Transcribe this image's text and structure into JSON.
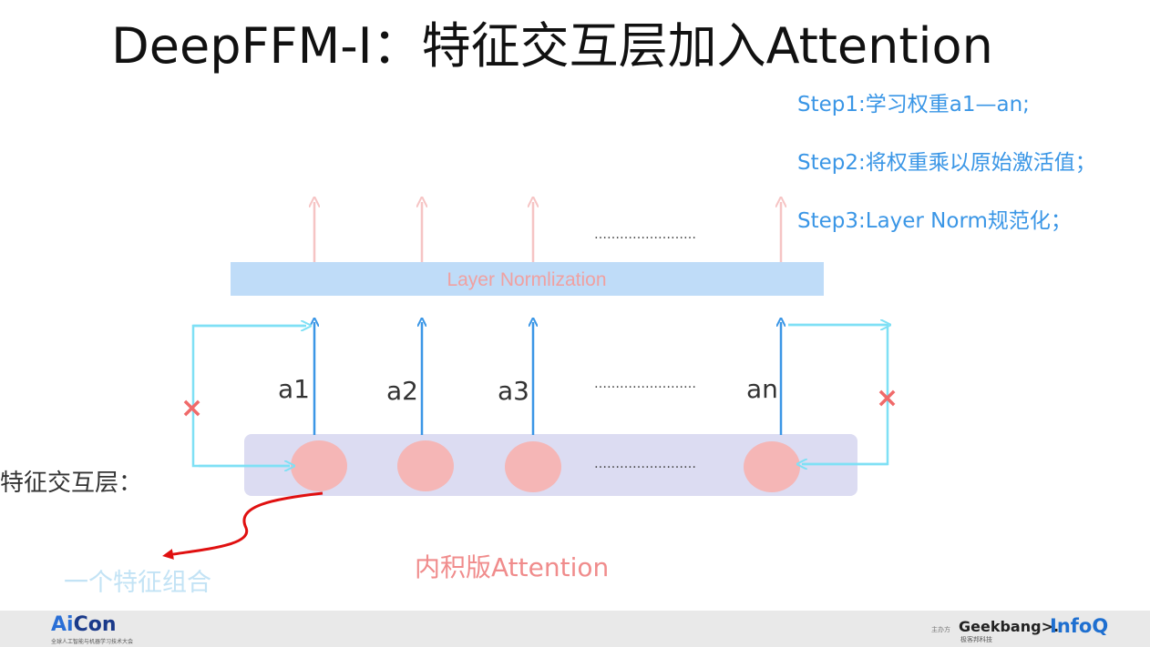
{
  "title": "DeepFFM-I：特征交互层加入Attention",
  "steps": [
    "Step1:学习权重a1—an;",
    "Step2:将权重乘以原始激活值；",
    "Step3:Layer Norm规范化；"
  ],
  "layer_norm_label": "Layer Normlization",
  "weights": [
    "a1",
    "a2",
    "a3",
    "an"
  ],
  "ellipsis": "……………………",
  "feature_layer_label": "特征交互层：",
  "inner_product_label": "内积版Attention",
  "feature_combo_label": "一个特征组合",
  "residual_mark": "×",
  "footer": {
    "aicon_ai": "Ai",
    "aicon_con": "Con",
    "aicon_sub": "全球人工智能与机器学习技术大会",
    "sponsor": "主办方",
    "geekbang": "Geekbang>.",
    "geekbang_sub": "极客邦科技",
    "infoq": "InfoQ"
  },
  "colors": {
    "step_text": "#3a96e6",
    "blue_arrow": "#3a96e6",
    "pink_arrow": "#f6c4c4",
    "cyan_arrow": "#7fe0f5",
    "layer_bar": "#bfdcf8",
    "feature_bar": "#dcdcf2",
    "node": "#f5b6b6",
    "red_mark": "#f06a6a",
    "curve": "#e01010"
  }
}
